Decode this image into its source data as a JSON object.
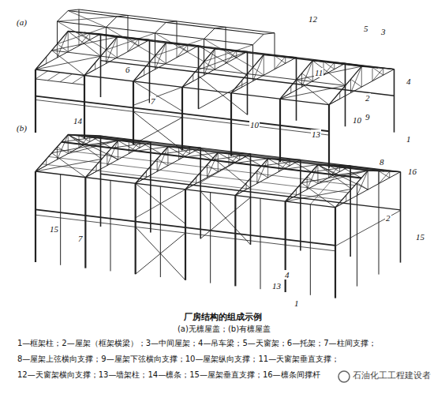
{
  "diagram": {
    "caption": "厂房结构的组成示例",
    "labels": [
      "(a)",
      "12",
      "5",
      "3",
      "11",
      "6",
      "7",
      "2",
      "4",
      "10",
      "9",
      "13",
      "1",
      "(b)",
      "14",
      "10",
      "8",
      "16",
      "15",
      "7",
      "2",
      "15",
      "4",
      "13",
      "1",
      "(a)无檩屋盖；(b)有檩屋盖",
      "1—框架柱；2—屋架（框架横梁）；3—中间屋架；4—吊车梁；5—天窗架；6—托架；7—柱间支撑；",
      "8—屋架上弦横向支撑；9—屋架下弦横向支撑；10—屋架纵向支撑；11—天窗架垂直支撑；",
      "12—天窗架横向支撑；13—墙架柱；14—檩条；15—屋架垂直支撑；16—檩条间撑杆",
      "石油化工工程建设者"
    ]
  }
}
